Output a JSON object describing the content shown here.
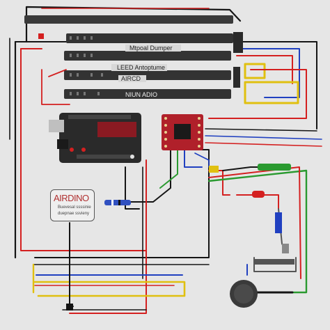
{
  "diagram": {
    "labels": {
      "strip1": "Mtpoal Dumper",
      "strip2": "LEED Antoptume",
      "strip3": "AIRCD",
      "strip4": "NIUN ADIO",
      "card_title": "AIRDINO",
      "card_line1": "Buevesal ssssinie",
      "card_line2": "duepnae ssvieny"
    },
    "colors": {
      "background": "#e6e6e6",
      "header_strip": "#3a3a3a",
      "arduino_board": "#2a2a2a",
      "breakout_board": "#b0202a",
      "wire_red": "#d42020",
      "wire_blue": "#2040c0",
      "wire_black": "#151515",
      "wire_yellow": "#e0c010",
      "wire_green": "#2a9a30"
    },
    "components": [
      "header-strip",
      "header-strip",
      "header-strip",
      "header-strip",
      "header-strip",
      "arduino-board",
      "breakout-board",
      "label-card",
      "led",
      "button"
    ]
  }
}
